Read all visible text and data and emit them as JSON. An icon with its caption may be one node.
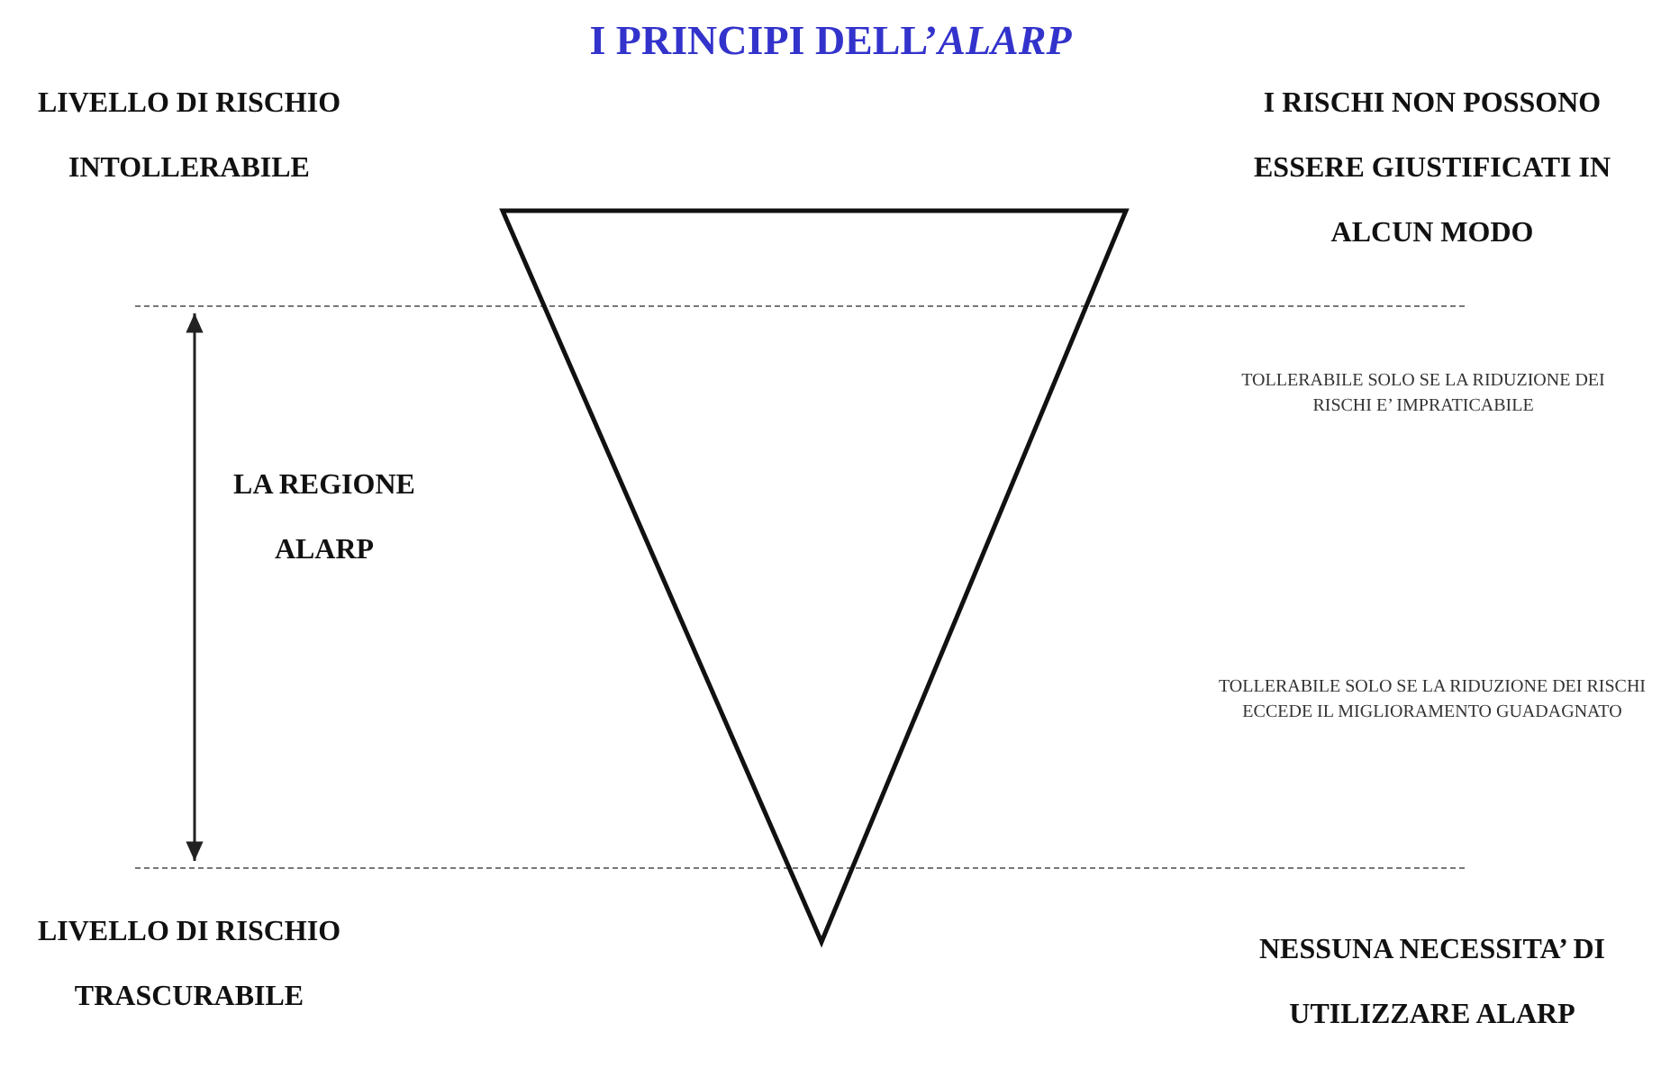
{
  "diagram": {
    "title": "I PRINCIPI DELL’*ALARP*",
    "labels": [
      "LIVELLO DI RISCHIO INTOLLERABILE",
      "I RISCHI NON POSSONO ESSERE GIUSTIFICATI IN ALCUN MODO",
      "TOLLERABILE SOLO SE LA RIDUZIONE DEI RISCHI E’ IMPRATICABILE",
      "LA REGIONE ALARP",
      "TOLLERABILE SOLO SE LA RIDUZIONE DEI RISCHI ECCEDE IL MIGLIORAMENTO GUADAGNATO",
      "LIVELLO DI RISCHIO TRASCURABILE",
      "NESSUNA NECESSITA’ DI UTILIZZARE ALARP"
    ]
  }
}
